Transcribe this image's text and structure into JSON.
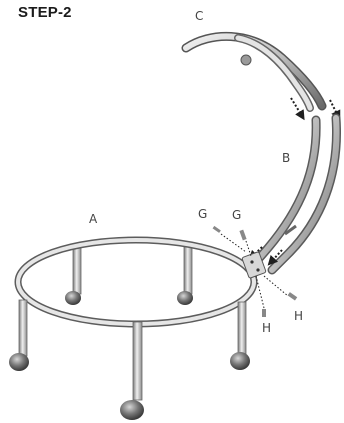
{
  "step": {
    "title": "STEP-2"
  },
  "labels": {
    "a": "A",
    "b": "B",
    "c": "C",
    "g1": "G",
    "g2": "G",
    "h1": "H",
    "h2": "H"
  },
  "parts": {
    "a": "base-ring-with-legs-and-casters",
    "b": "lower-curved-tubes",
    "c": "upper-curved-tube",
    "g": "screw",
    "h": "screw"
  },
  "colors": {
    "metal_light": "#e9e9e9",
    "metal_mid": "#b9b9b9",
    "metal_dark": "#5d5d5d",
    "caster": "#4d4d4d",
    "arrow": "#1f1f1f"
  }
}
